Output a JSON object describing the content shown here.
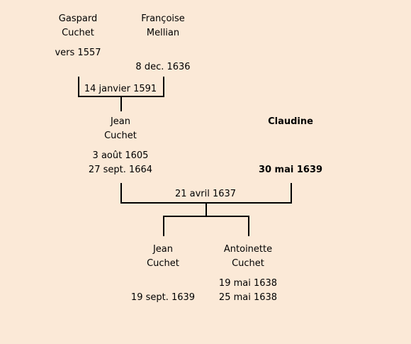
{
  "people": {
    "gaspard": {
      "first": "Gaspard",
      "last": "Cuchet",
      "birth": "vers 1557",
      "death": ""
    },
    "francoise": {
      "first": "Françoise",
      "last": "Mellian",
      "birth": "",
      "death": "8 dec. 1636"
    },
    "jean_father": {
      "first": "Jean",
      "last": "Cuchet",
      "birth": "3 août 1605",
      "death": "27 sept. 1664"
    },
    "claudine": {
      "first": "Claudine",
      "last": "",
      "birth": "",
      "death": "30 mai 1639"
    },
    "jean_son": {
      "first": "Jean",
      "last": "Cuchet",
      "birth": "",
      "death": "19 sept. 1639"
    },
    "antoinette": {
      "first": "Antoinette",
      "last": "Cuchet",
      "birth": "19 mai 1638",
      "death": "25 mai 1638"
    }
  },
  "marriages": {
    "gaspard_francoise": "14 janvier 1591",
    "jean_claudine": "21 avril 1637"
  }
}
